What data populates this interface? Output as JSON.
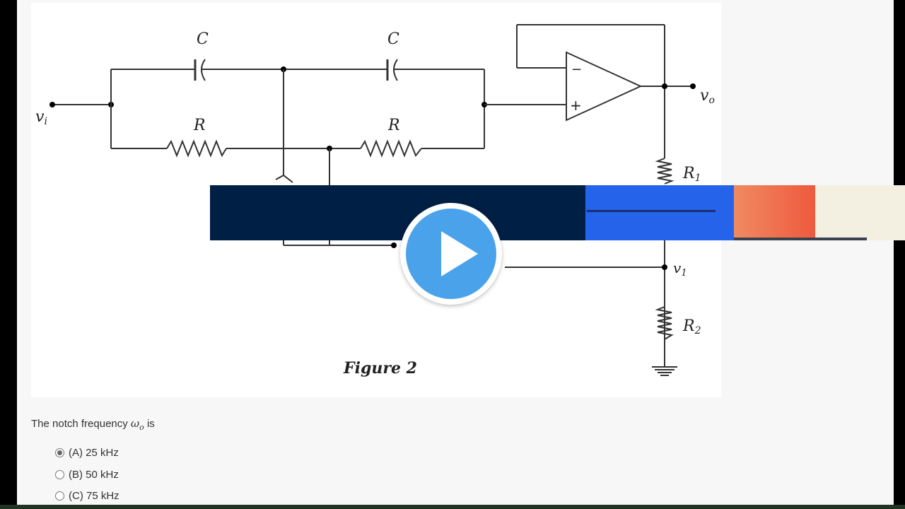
{
  "figure": {
    "caption": "Figure 2",
    "labels": {
      "vi": "v",
      "vi_sub": "i",
      "vo": "v",
      "vo_sub": "o",
      "v1": "v",
      "v1_sub": "1",
      "c1": "C",
      "c2": "C",
      "r1": "R",
      "r2": "R",
      "R1": "R",
      "R1_sub": "1",
      "R2": "R",
      "R2_sub": "2",
      "minus": "−",
      "plus": "+"
    }
  },
  "question": {
    "prefix": "The notch frequency ",
    "symbol": "ω",
    "symbol_sub": "o",
    "suffix": " is"
  },
  "options": [
    {
      "label": "(A) 25 kHz",
      "checked": true
    },
    {
      "label": "(B) 50 kHz",
      "checked": false
    },
    {
      "label": "(C) 75 kHz",
      "checked": false
    }
  ],
  "colors": {
    "overlay_navy": "#001f44",
    "overlay_blue": "#2563eb",
    "overlay_orange": "#ee6a4a",
    "overlay_cream": "#f3efe1",
    "play": "#4aa3ea"
  }
}
